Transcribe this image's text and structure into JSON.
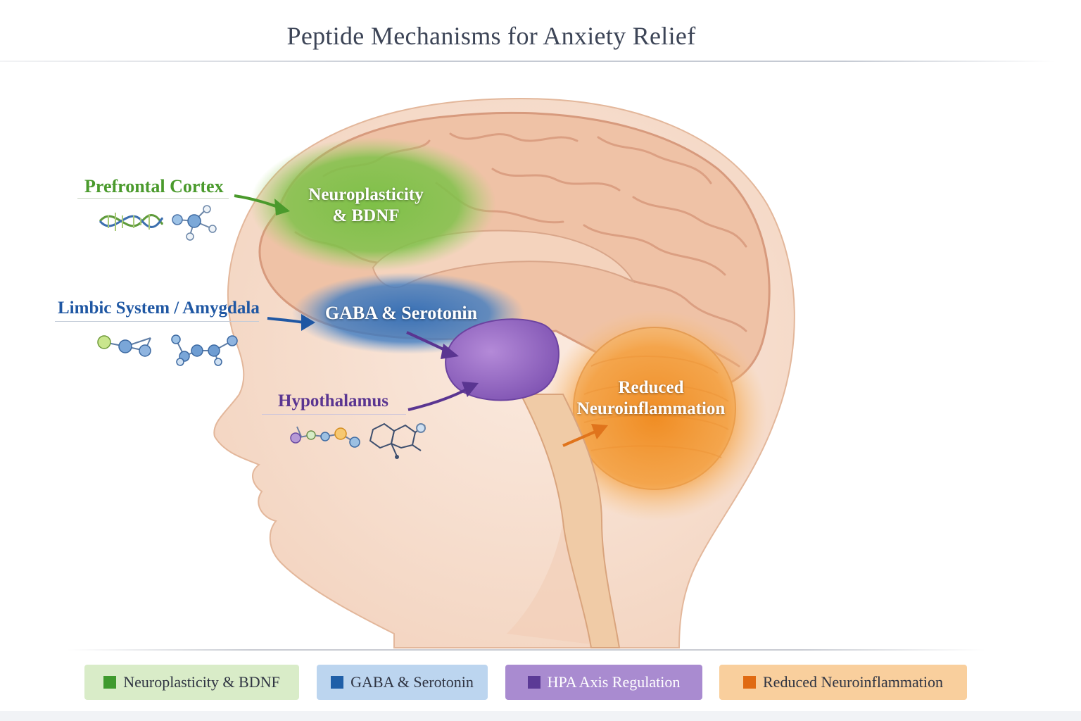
{
  "title": "Peptide Mechanisms for Anxiety Relief",
  "labels": {
    "prefrontal": "Prefrontal Cortex",
    "limbic": "Limbic System / Amygdala",
    "hypothalamus": "Hypothalamus"
  },
  "regions": {
    "neuroplasticity_line1": "Neuroplasticity",
    "neuroplasticity_line2": "& BDNF",
    "gaba": "GABA & Serotonin",
    "neuroinflammation_line1": "Reduced",
    "neuroinflammation_line2": "Neuroinflammation"
  },
  "legend": [
    {
      "label": "Neuroplasticity & BDNF",
      "color": "#3f9a2e",
      "bg": "#d9ecc8"
    },
    {
      "label": "GABA & Serotonin",
      "color": "#1f5fa8",
      "bg": "#bcd5ef"
    },
    {
      "label": "HPA Axis Regulation",
      "color": "#5b3a96",
      "bg": "#a98bd0"
    },
    {
      "label": "Reduced Neuroinflammation",
      "color": "#e06a12",
      "bg": "#f9cf9d"
    }
  ],
  "colors": {
    "green": "#4a9a2c",
    "blue": "#1f57a3",
    "purple": "#5a3591",
    "orange": "#e0741c",
    "skin": "#f7e2d2",
    "brain": "#eec1a6"
  },
  "icons": [
    "dna-helix-icon",
    "molecule-icon"
  ]
}
